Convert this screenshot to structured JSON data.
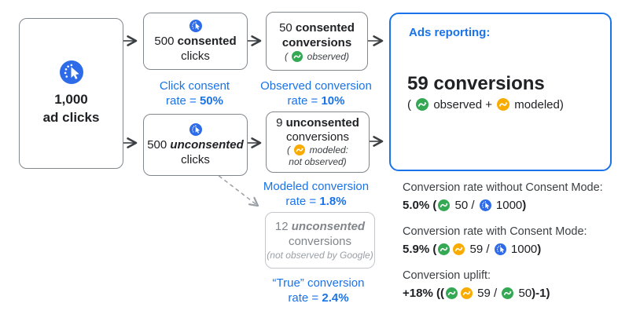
{
  "colors": {
    "blue_text": "#1a73e8",
    "icon_blue": "#2e6be8",
    "icon_green": "#34a853",
    "icon_yellow": "#f9ab00",
    "arrow_dark": "#3c4043",
    "arrow_dashed": "#9aa0a6",
    "text_dark": "#202124",
    "text_gray": "#80868b"
  },
  "boxes": {
    "total": {
      "icon": "click",
      "lines": [
        [
          {
            "t": "1,000",
            "b": 1
          }
        ],
        [
          {
            "t": "ad clicks",
            "b": 1
          }
        ]
      ]
    },
    "consented_clicks": {
      "icon": "click",
      "lines": [
        [
          {
            "t": "500 "
          },
          {
            "t": "consented",
            "b": 1
          }
        ],
        [
          {
            "t": "clicks"
          }
        ]
      ]
    },
    "unconsented_clicks": {
      "icon": "click",
      "lines": [
        [
          {
            "t": "500 "
          },
          {
            "t": "unconsented",
            "b": 1,
            "i": 1
          }
        ],
        [
          {
            "t": "clicks"
          }
        ]
      ]
    },
    "consented_conversions": {
      "lines": [
        [
          {
            "t": "50 "
          },
          {
            "t": "consented",
            "b": 1
          }
        ],
        [
          {
            "t": "conversions",
            "b": 1
          }
        ]
      ],
      "note": [
        {
          "t": "( ",
          "i": 1
        },
        {
          "icon": "green",
          "size": 14
        },
        {
          "t": " observed)",
          "i": 1
        }
      ]
    },
    "modeled_conversions": {
      "lines": [
        [
          {
            "t": "9 "
          },
          {
            "t": "unconsented",
            "b": 1
          }
        ],
        [
          {
            "t": "conversions"
          }
        ]
      ],
      "note1": [
        {
          "t": "( ",
          "i": 1
        },
        {
          "icon": "yellow",
          "size": 14
        },
        {
          "t": " modeled:",
          "i": 1
        }
      ],
      "note2": [
        {
          "t": "not observed)",
          "i": 1
        }
      ]
    },
    "true_conversions": {
      "lines": [
        [
          {
            "t": "12 "
          },
          {
            "t": "unconsented",
            "b": 1,
            "i": 1
          }
        ],
        [
          {
            "t": "conversions"
          }
        ]
      ],
      "note": [
        {
          "t": "(not observed by Google)",
          "i": 1
        }
      ]
    }
  },
  "rate_labels": {
    "click_consent": {
      "line1": [
        {
          "t": "Click consent"
        }
      ],
      "line2": [
        {
          "t": "rate = "
        },
        {
          "t": "50%",
          "b": 1
        }
      ]
    },
    "observed_rate": {
      "line1": [
        {
          "t": "Observed conversion"
        }
      ],
      "line2": [
        {
          "t": "rate = "
        },
        {
          "t": "10%",
          "b": 1
        }
      ]
    },
    "modeled_rate": {
      "line1": [
        {
          "t": "Modeled conversion"
        }
      ],
      "line2": [
        {
          "t": "rate = "
        },
        {
          "t": "1.8%",
          "b": 1
        }
      ]
    },
    "true_rate": {
      "line1": [
        {
          "t": "“True” conversion"
        }
      ],
      "line2": [
        {
          "t": "rate = "
        },
        {
          "t": "2.4%",
          "b": 1
        }
      ]
    }
  },
  "ads_reporting": {
    "title": "Ads reporting:",
    "headline": "59 conversions",
    "sub": [
      {
        "t": "( "
      },
      {
        "icon": "green",
        "size": 16
      },
      {
        "t": " observed + "
      },
      {
        "icon": "yellow",
        "size": 16
      },
      {
        "t": " modeled)"
      }
    ]
  },
  "stats": [
    {
      "label": "Conversion rate without Consent Mode:",
      "value": [
        {
          "t": "5.0% (",
          "b": 1
        },
        {
          "icon": "green",
          "size": 15
        },
        {
          "t": " 50 / "
        },
        {
          "icon": "blue",
          "size": 15
        },
        {
          "t": " 1000"
        },
        {
          "t": ")",
          "b": 1
        }
      ]
    },
    {
      "label": "Conversion rate with Consent Mode:",
      "value": [
        {
          "t": "5.9% (",
          "b": 1
        },
        {
          "icon": "green",
          "size": 15
        },
        {
          "icon": "yellow",
          "size": 15
        },
        {
          "t": " 59 / "
        },
        {
          "icon": "blue",
          "size": 15
        },
        {
          "t": " 1000"
        },
        {
          "t": ")",
          "b": 1
        }
      ]
    },
    {
      "label": "Conversion uplift:",
      "value": [
        {
          "t": "+18% ((",
          "b": 1
        },
        {
          "icon": "green",
          "size": 15
        },
        {
          "icon": "yellow",
          "size": 15
        },
        {
          "t": " 59 / "
        },
        {
          "icon": "green",
          "size": 15
        },
        {
          "t": " 50"
        },
        {
          "t": ")-1)",
          "b": 1
        }
      ]
    }
  ]
}
